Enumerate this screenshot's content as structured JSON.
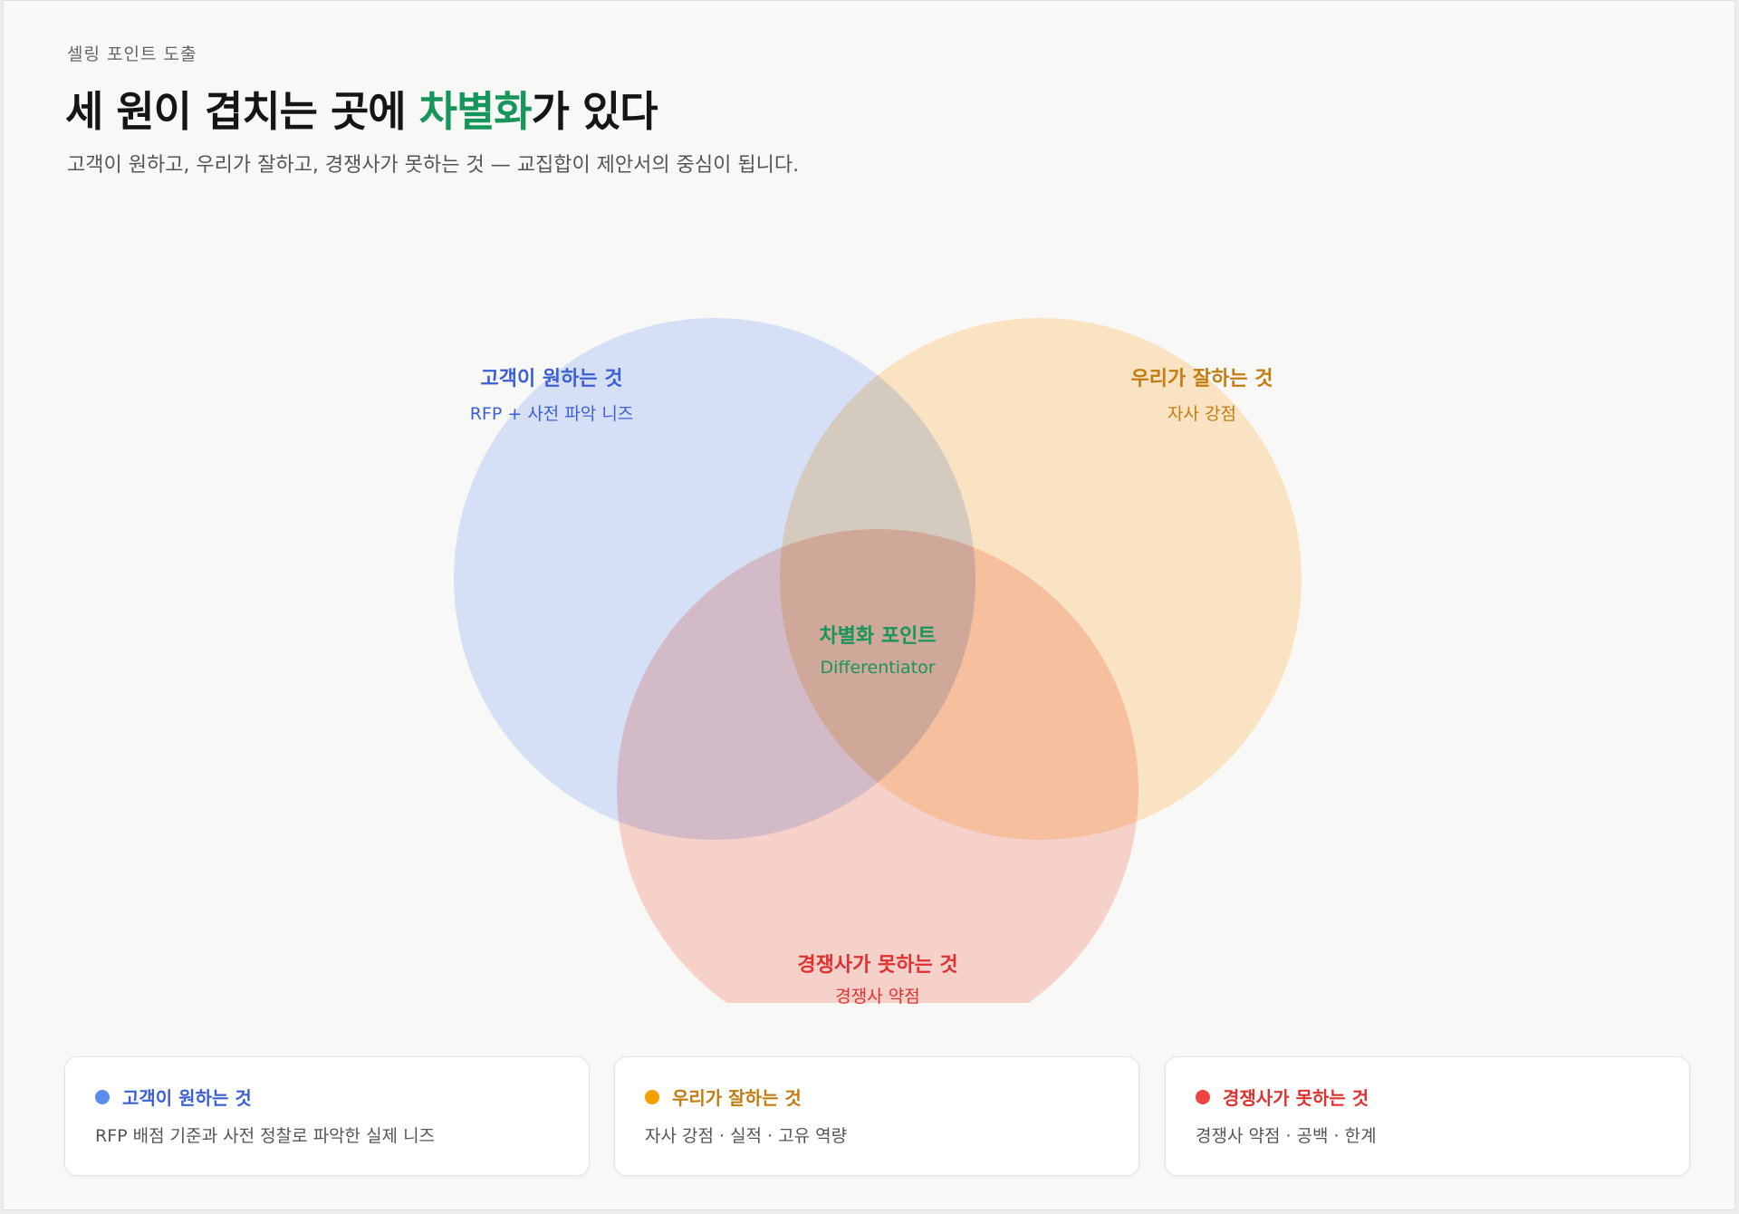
{
  "header": {
    "eyebrow": "셀링 포인트 도출",
    "title_pre": "세 원이 겹치는 곳에 ",
    "title_highlight": "차별화",
    "title_post": "가 있다",
    "subtitle": "고객이 원하고, 우리가 잘하고, 경쟁사가 못하는 것 — 교집합이 제안서의 중심이 됩니다."
  },
  "colors": {
    "blue": "#3d5fd6",
    "orange": "#c27c12",
    "red": "#e03131",
    "green": "#16965a",
    "blue_fill": "#c9d7f4",
    "orange_fill": "#fbdcb0",
    "red_fill": "#f5b8ae",
    "blue_dot": "#5b8def",
    "orange_dot": "#f59f00",
    "red_dot": "#ef4444"
  },
  "venn": {
    "customer": {
      "title": "고객이 원하는 것",
      "sub": "RFP + 사전 파악 니즈"
    },
    "ours": {
      "title": "우리가 잘하는 것",
      "sub": "자사 강점"
    },
    "competitor": {
      "title": "경쟁사가 못하는 것",
      "sub": "경쟁사 약점"
    },
    "center": {
      "title": "차별화 포인트",
      "sub": "Differentiator"
    }
  },
  "cards": [
    {
      "title": "고객이 원하는 것",
      "desc": "RFP 배점 기준과 사전 정찰로 파악한 실제 니즈"
    },
    {
      "title": "우리가 잘하는 것",
      "desc": "자사 강점 · 실적 · 고유 역량"
    },
    {
      "title": "경쟁사가 못하는 것",
      "desc": "경쟁사 약점 · 공백 · 한계"
    }
  ]
}
